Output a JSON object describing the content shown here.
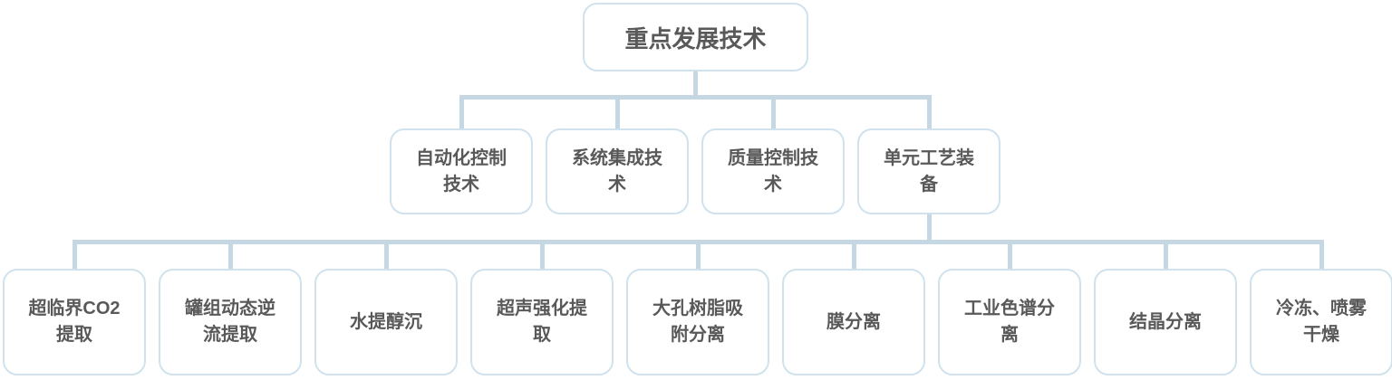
{
  "diagram": {
    "root": {
      "label": "重点发展技术"
    },
    "level2": [
      {
        "label": "自动化控制技术"
      },
      {
        "label": "系统集成技术"
      },
      {
        "label": "质量控制技术"
      },
      {
        "label": "单元工艺装备"
      }
    ],
    "level3": [
      {
        "label": "超临界CO2提取"
      },
      {
        "label": "罐组动态逆流提取"
      },
      {
        "label": "水提醇沉"
      },
      {
        "label": "超声强化提取"
      },
      {
        "label": "大孔树脂吸附分离"
      },
      {
        "label": "膜分离"
      },
      {
        "label": "工业色谱分离"
      },
      {
        "label": "结晶分离"
      },
      {
        "label": "冷冻、喷雾干燥"
      }
    ],
    "colors": {
      "background": "#ffffff",
      "node_border": "#cfe2ee",
      "connector": "#c4d7e3",
      "text": "#595959"
    }
  }
}
